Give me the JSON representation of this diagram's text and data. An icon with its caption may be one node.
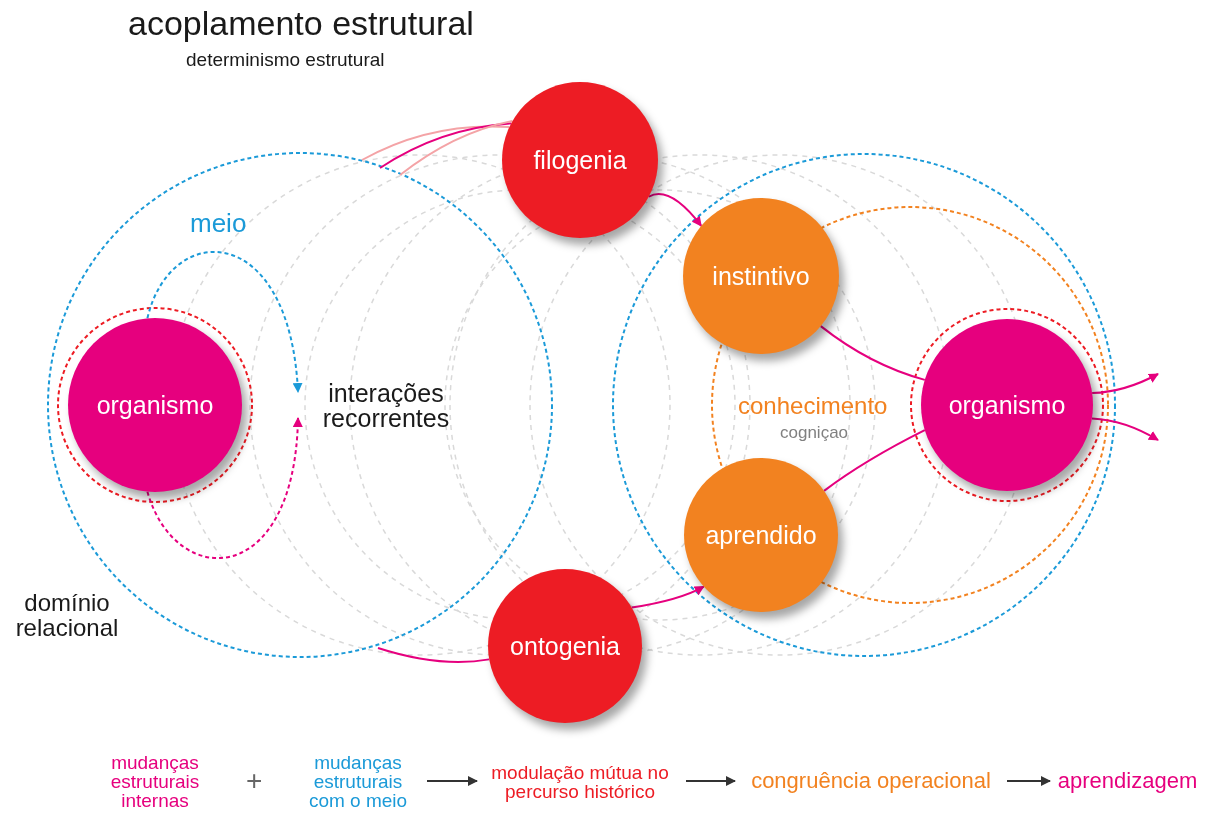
{
  "diagram": {
    "title": "acoplamento estrutural",
    "nodes": [
      {
        "text": [
          "organismo"
        ]
      },
      {
        "text": [
          "interações recorrentes"
        ]
      },
      {
        "text": [
          "filogenia"
        ]
      },
      {
        "text": [
          "instintivo"
        ]
      },
      {
        "text": [
          "organismo"
        ]
      },
      {
        "text": [
          "aprendido"
        ]
      },
      {
        "text": [
          "ontogenia"
        ]
      },
      {
        "text": [
          "mudanças estruturais internas"
        ]
      },
      {
        "text": [
          "mudanças estruturais com o meio"
        ]
      },
      {
        "text": [
          "modulação mútua no percurso histórico"
        ]
      },
      {
        "text": [
          "congruência operacional"
        ]
      },
      {
        "text": [
          "aprendizagem"
        ]
      }
    ],
    "edges": [
      {
        "from": null,
        "to": 2,
        "arrow": "none",
        "color": "#f4a3a6"
      },
      {
        "from": null,
        "to": 2,
        "arrow": "none"
      },
      {
        "from": null,
        "to": 2,
        "arrow": "none",
        "color": "#f4a3a6"
      },
      {
        "from": 2,
        "to": 3,
        "arrow": "to"
      },
      {
        "from": null,
        "to": 6,
        "arrow": "none"
      },
      {
        "from": 6,
        "to": 5,
        "arrow": "to"
      },
      {
        "from": 3,
        "to": 4,
        "arrow": "none"
      },
      {
        "from": 5,
        "to": 4,
        "arrow": "none"
      },
      {
        "from": 4,
        "to": null,
        "arrow": "to"
      },
      {
        "from": 4,
        "to": null,
        "arrow": "to"
      },
      {
        "from": 0,
        "to": 1,
        "arrow": "to",
        "style": "dashed",
        "color": "#1b9ad8"
      },
      {
        "from": 0,
        "to": 1,
        "arrow": "to",
        "style": "dashed"
      },
      {
        "from": 8,
        "to": 9,
        "arrow": "to",
        "color": "#333333"
      },
      {
        "from": 9,
        "to": 10,
        "arrow": "to",
        "color": "#333333"
      },
      {
        "from": 10,
        "to": 11,
        "arrow": "to",
        "color": "#333333"
      }
    ],
    "labels": [
      "determinismo estrutural",
      "meio",
      "domínio relacional",
      "conhecimento",
      "cogniçao",
      "+"
    ]
  }
}
